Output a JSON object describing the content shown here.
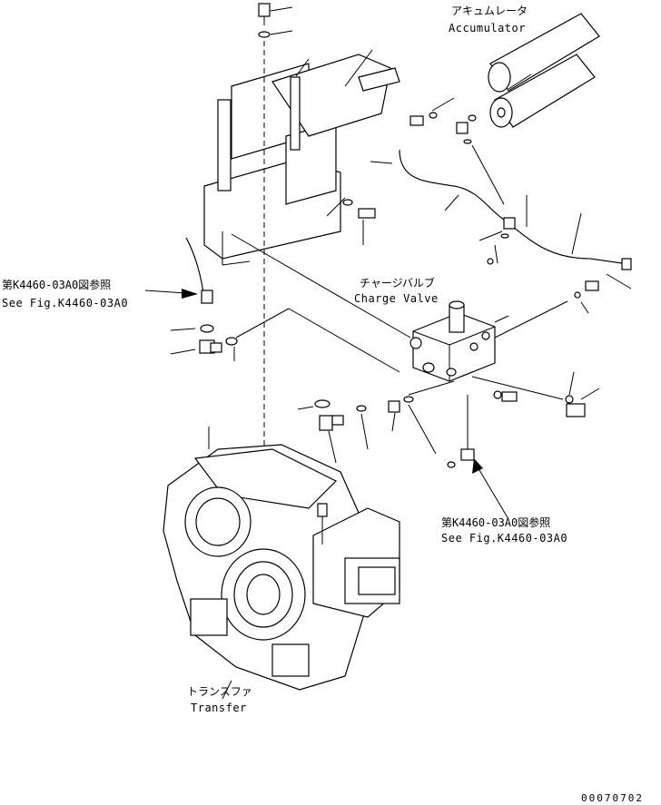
{
  "labels": {
    "accumulator_jp": "アキュムレータ",
    "accumulator_en": "Accumulator",
    "charge_valve_jp": "チャージバルブ",
    "charge_valve_en": "Charge Valve",
    "ref_left_jp": "第K4460-03A0図参照",
    "ref_left_en": "See Fig.K4460-03A0",
    "ref_right_jp": "第K4460-03A0図参照",
    "ref_right_en": "See Fig.K4460-03A0",
    "transfer_jp": "トランスファ",
    "transfer_en": "Transfer"
  },
  "drawing_code": "00070702",
  "colors": {
    "line": "#000000",
    "background": "#ffffff"
  }
}
